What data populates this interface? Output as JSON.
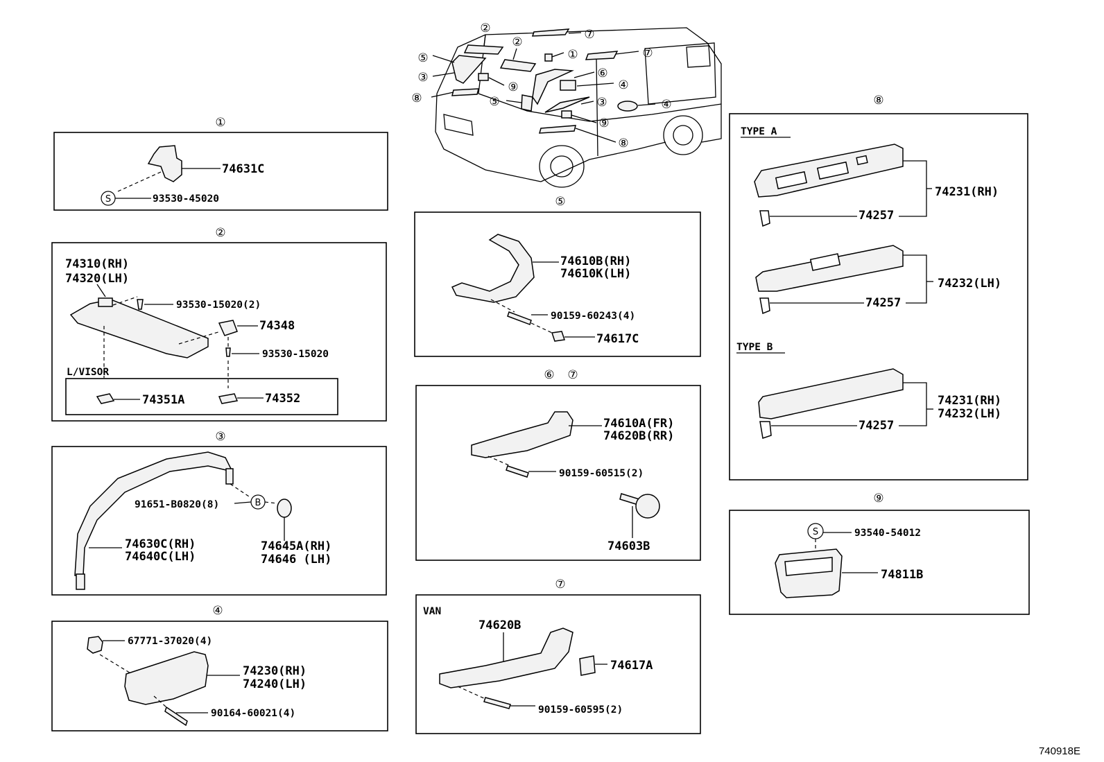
{
  "diagram_code": "740918E",
  "sections": {
    "s1": {
      "number": "①",
      "labels": [
        "74631C",
        "93530-45020"
      ],
      "marker": "S"
    },
    "s2": {
      "number": "②",
      "labels": [
        "74310(RH)",
        "74320(LH)",
        "93530-15020(2)",
        "74348",
        "93530-15020",
        "74351A",
        "74352"
      ],
      "sub_label": "L/VISOR"
    },
    "s3": {
      "number": "③",
      "labels": [
        "91651-B0820(8)",
        "74630C(RH)",
        "74640C(LH)",
        "74645A(RH)",
        "74646  (LH)"
      ],
      "marker": "B"
    },
    "s4": {
      "number": "④",
      "labels": [
        "67771-37020(4)",
        "74230(RH)",
        "74240(LH)",
        "90164-60021(4)"
      ]
    },
    "s5": {
      "number": "⑤",
      "labels": [
        "74610B(RH)",
        "74610K(LH)",
        "90159-60243(4)",
        "74617C"
      ]
    },
    "s67": {
      "numbers": [
        "⑥",
        "⑦"
      ],
      "labels": [
        "74610A(FR)",
        "74620B(RR)",
        "90159-60515(2)",
        "74603B"
      ]
    },
    "s7": {
      "number": "⑦",
      "sub_label": "VAN",
      "labels": [
        "74620B",
        "74617A",
        "90159-60595(2)"
      ]
    },
    "s8": {
      "number": "⑧",
      "type_a": "TYPE A",
      "type_b": "TYPE B",
      "labels": [
        "74231(RH)",
        "74257",
        "74232(LH)",
        "74257",
        "74231(RH)",
        "74232(LH)",
        "74257"
      ]
    },
    "s9": {
      "number": "⑨",
      "marker": "S",
      "labels": [
        "93540-54012",
        "74811B"
      ]
    }
  },
  "vehicle_callouts": [
    "②",
    "②",
    "⑦",
    "⑤",
    "①",
    "⑦",
    "③",
    "⑥",
    "⑨",
    "④",
    "⑧",
    "⑤",
    "③",
    "④",
    "⑨",
    "⑧"
  ]
}
